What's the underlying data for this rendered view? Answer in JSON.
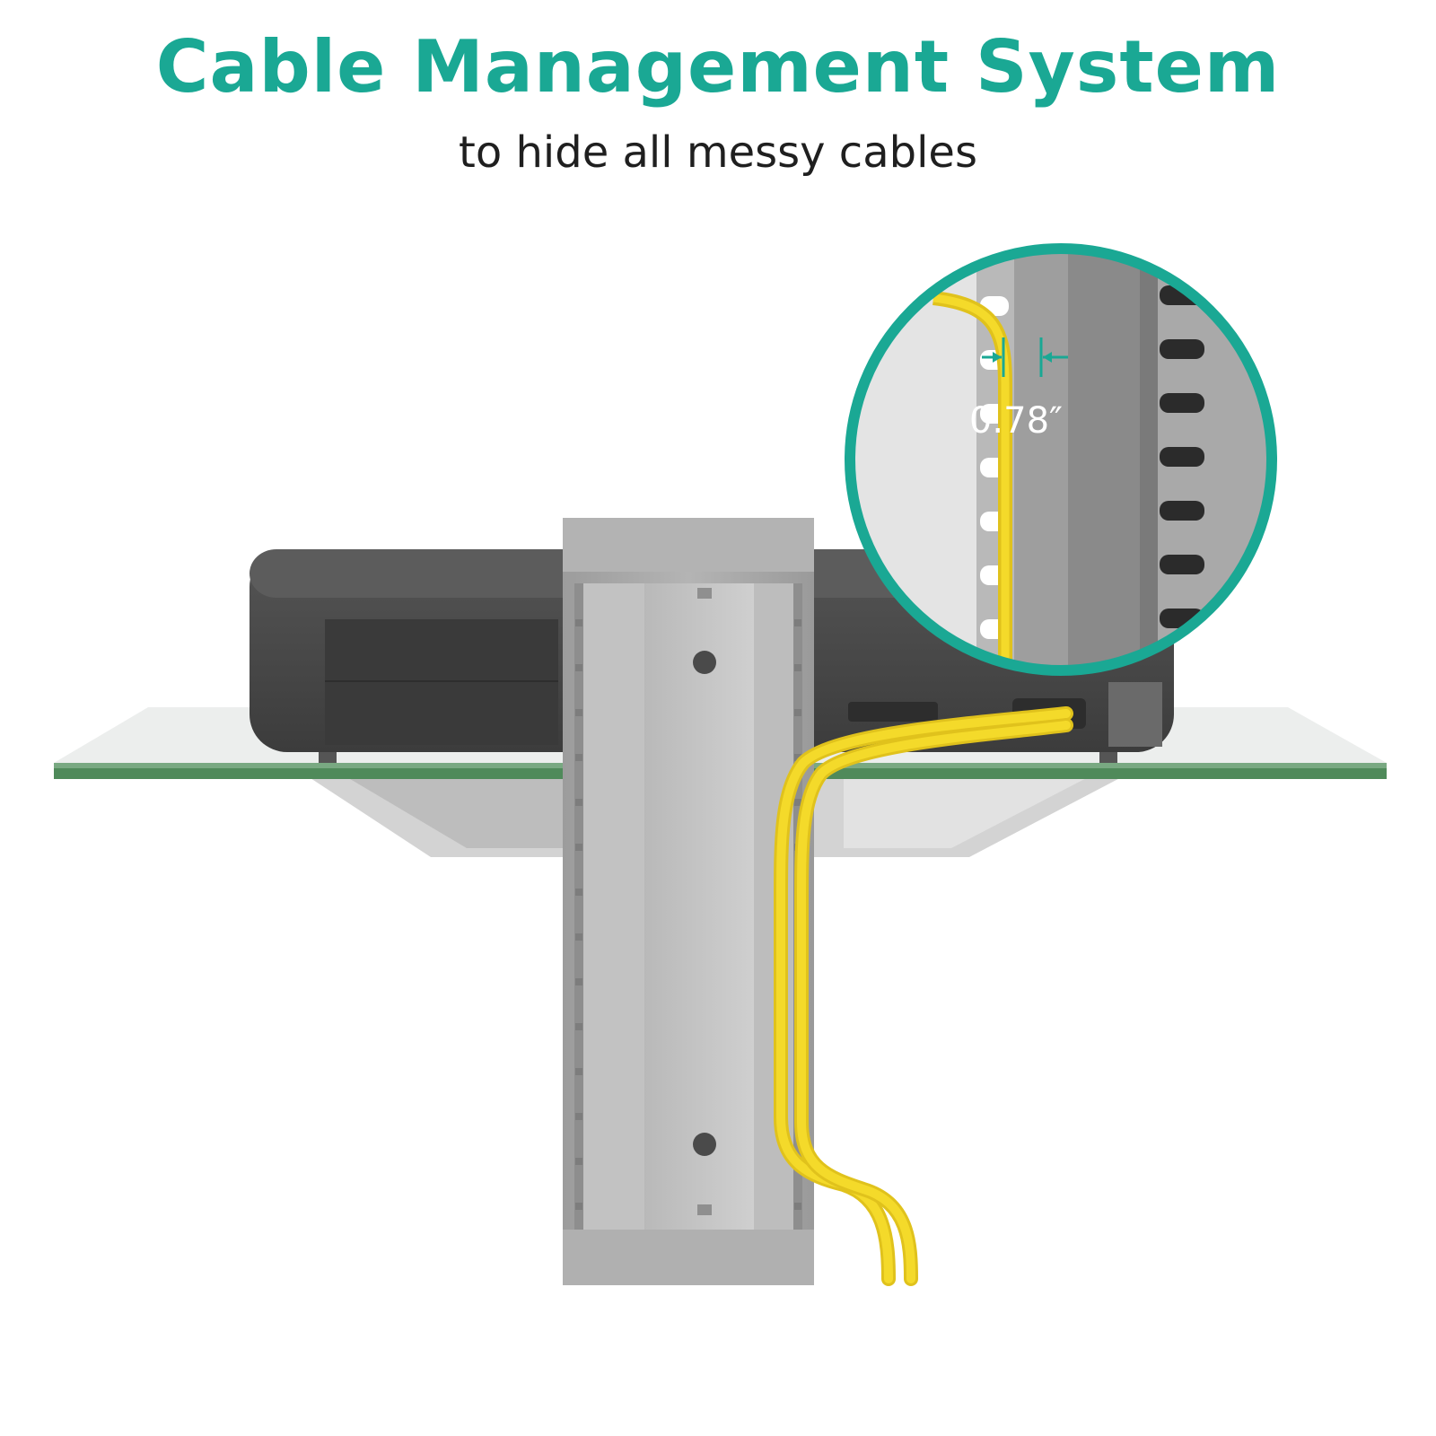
{
  "header": {
    "title": "Cable Management System",
    "subtitle": "to hide all messy cables"
  },
  "callout": {
    "measurement": "0.78″"
  },
  "colors": {
    "accent": "#1aa894",
    "cable": "#f2d624",
    "glass": "#e9ecea",
    "glass_edge": "#4f8a5a",
    "metal": "#a8a8a8",
    "device": "#4a4a4a"
  }
}
